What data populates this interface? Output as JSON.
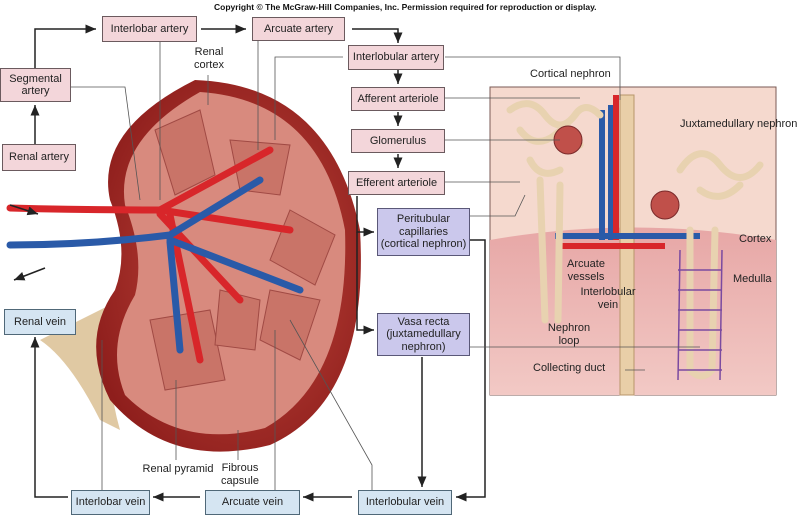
{
  "copyright": "Copyright © The McGraw-Hill Companies, Inc. Permission required for reproduction or display.",
  "arterial_boxes": {
    "segmental_artery": "Segmental\nartery",
    "renal_artery": "Renal artery",
    "interlobar_artery": "Interlobar artery",
    "arcuate_artery": "Arcuate artery",
    "interlobular_artery": "Interlobular artery",
    "afferent_arteriole": "Afferent arteriole",
    "glomerulus": "Glomerulus",
    "efferent_arteriole": "Efferent arteriole"
  },
  "capillary_boxes": {
    "peritubular": "Peritubular\ncapillaries\n(cortical nephron)",
    "vasa_recta": "Vasa recta\n(juxtamedullary\nnephron)"
  },
  "venous_boxes": {
    "renal_vein": "Renal vein",
    "interlobar_vein": "Interlobar vein",
    "arcuate_vein": "Arcuate vein",
    "interlobular_vein": "Interlobular vein"
  },
  "kidney_labels": {
    "renal_cortex": "Renal\ncortex",
    "renal_pyramid": "Renal pyramid",
    "fibrous_capsule": "Fibrous\ncapsule"
  },
  "nephron_labels": {
    "cortical_nephron": "Cortical nephron",
    "juxtamedullary_nephron": "Juxtamedullary nephron",
    "cortex": "Cortex",
    "medulla": "Medulla",
    "arcuate_vessels": "Arcuate\nvessels",
    "interlobular_vein": "Interlobular\nvein",
    "nephron_loop": "Nephron\nloop",
    "collecting_duct": "Collecting duct"
  },
  "colors": {
    "artery_box": "#f3d6da",
    "capillary_box": "#cbc8ec",
    "vein_box": "#d5e5f2",
    "artery": "#d8262a",
    "vein": "#2a5aa8"
  }
}
